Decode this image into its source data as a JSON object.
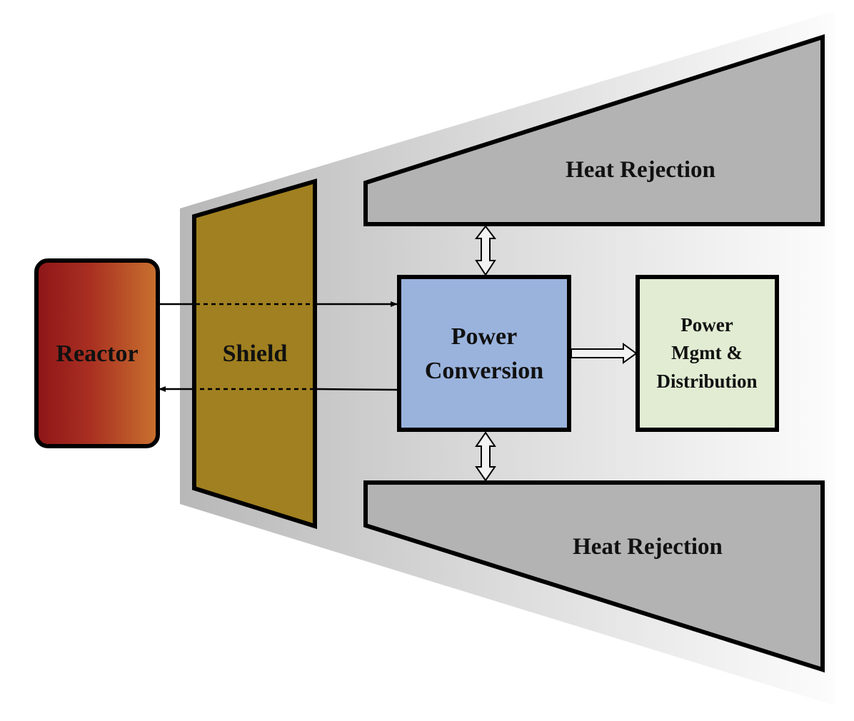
{
  "diagram": {
    "blocks": {
      "reactor": {
        "label": "Reactor",
        "gradient": [
          "#8e1518",
          "#a93021",
          "#c9722f"
        ]
      },
      "shield": {
        "label": "Shield",
        "color": "#a08020"
      },
      "power_conversion": {
        "label_lines": [
          "Power",
          "Conversion"
        ],
        "color": "#9ab3dd"
      },
      "pmad": {
        "label_lines": [
          "Power",
          "Mgmt &",
          "Distribution"
        ],
        "color": "#e1ecd3"
      },
      "heat_rejection_top": {
        "label": "Heat Rejection",
        "color": "#b3b3b3"
      },
      "heat_rejection_bottom": {
        "label": "Heat Rejection",
        "color": "#b3b3b3"
      }
    },
    "background_cone": {
      "gradient": [
        "#b8b8b8",
        "#e6e6e6",
        "#fcfcfc"
      ]
    },
    "connections": [
      {
        "from": "reactor",
        "to": "power_conversion",
        "type": "arrow",
        "through": "shield",
        "dashed_in_shield": true
      },
      {
        "from": "power_conversion",
        "to": "reactor",
        "type": "arrow",
        "through": "shield",
        "dashed_in_shield": true
      },
      {
        "from": "power_conversion",
        "to": "pmad",
        "type": "hollow-arrow"
      },
      {
        "from": "power_conversion",
        "to": "heat_rejection_top",
        "type": "hollow-double-arrow"
      },
      {
        "from": "power_conversion",
        "to": "heat_rejection_bottom",
        "type": "hollow-double-arrow"
      }
    ]
  }
}
